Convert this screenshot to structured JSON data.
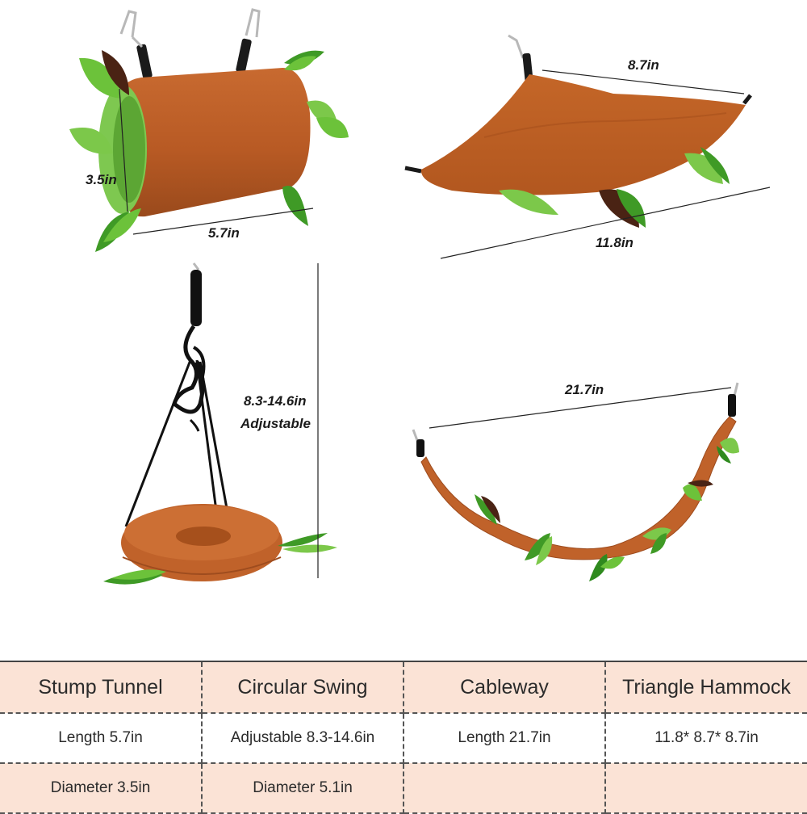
{
  "colors": {
    "fleece": "#c0622a",
    "fleece_dark": "#9e4c1e",
    "leaf_green": "#6cc23a",
    "leaf_dark": "#2f8a1e",
    "leaf_brown": "#4a2314",
    "lining": "#7ec850",
    "table_tint": "#fbe3d6"
  },
  "dimensions": {
    "tunnel_height": "3.5in",
    "tunnel_length": "5.7in",
    "hammock_top": "8.7in",
    "hammock_bottom": "11.8in",
    "swing_height": "8.3-14.6in",
    "swing_note": "Adjustable",
    "cableway_length": "21.7in"
  },
  "table": {
    "headers": [
      "Stump Tunnel",
      "Circular Swing",
      "Cableway",
      "Triangle Hammock"
    ],
    "rows": [
      [
        "Length 5.7in",
        "Adjustable 8.3-14.6in",
        "Length 21.7in",
        "11.8* 8.7* 8.7in"
      ],
      [
        "Diameter 3.5in",
        "Diameter 5.1in",
        "",
        ""
      ]
    ]
  }
}
